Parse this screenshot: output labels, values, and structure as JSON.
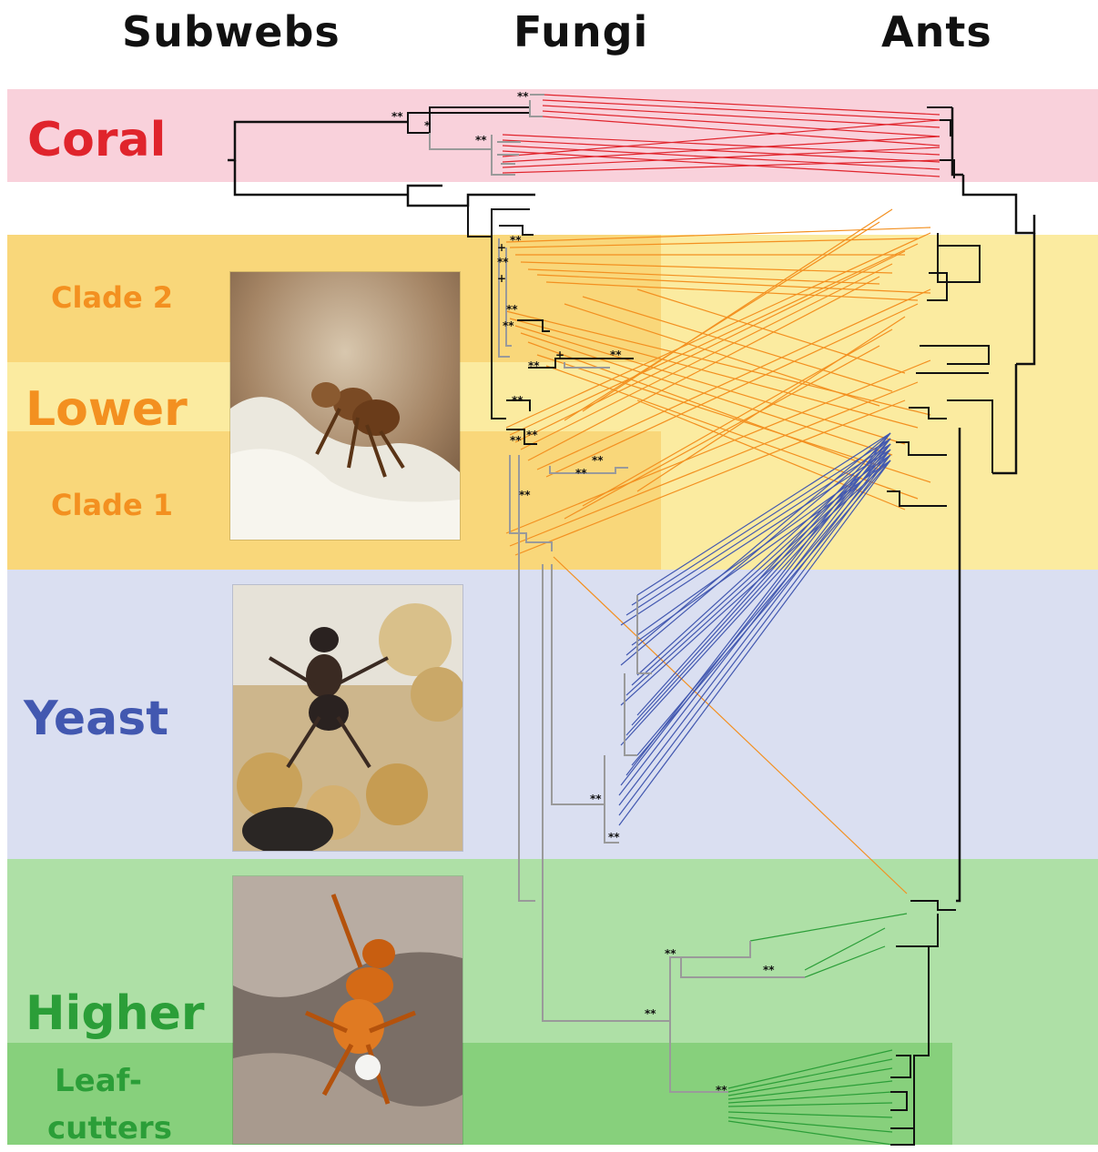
{
  "columns": {
    "subwebs": "Subwebs",
    "fungi": "Fungi",
    "ants": "Ants"
  },
  "subwebs": {
    "coral": "Coral",
    "lower": "Lower",
    "clade2": "Clade 2",
    "clade1": "Clade 1",
    "yeast": "Yeast",
    "higher": "Higher",
    "leafcutters_line1": "Leaf-",
    "leafcutters_line2": "cutters"
  },
  "support_symbols": {
    "strong": "**",
    "moderate": "*",
    "weak": "+"
  },
  "colors": {
    "coral_band": "#f9d1db",
    "coral": "#e0242c",
    "lower_band": "#fbeba0",
    "lower_band_dark": "#f9d77a",
    "lower": "#f39020",
    "yeast_band": "#dadff1",
    "yeast": "#4258b0",
    "higher_band": "#aee0a6",
    "higher_band_dark": "#87d07c",
    "higher": "#2b9e38",
    "tree_gray": "#9a9a9a",
    "tree_black": "#111111"
  },
  "photos": [
    {
      "name": "lower-ant-photo",
      "subject": "ant on white fungal garden"
    },
    {
      "name": "yeast-ant-photo",
      "subject": "dark ant on yeast nodules"
    },
    {
      "name": "higher-ant-photo",
      "subject": "orange ant carrying fungus"
    }
  ]
}
